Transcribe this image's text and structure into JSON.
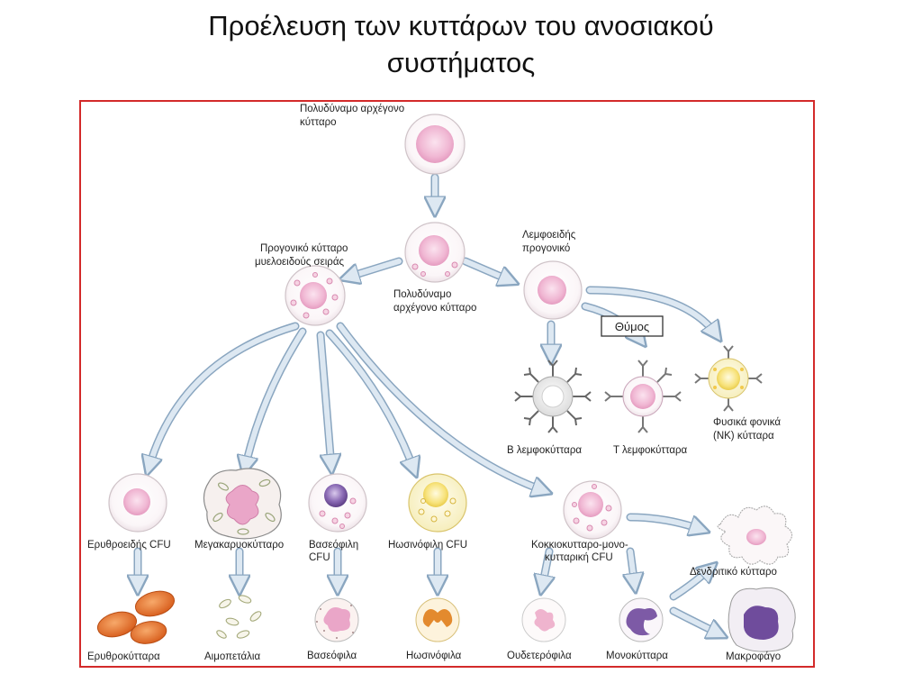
{
  "title": {
    "line1": "Προέλευση των κυττάρων του ανοσιακού",
    "line2": "συστήματος"
  },
  "colors": {
    "frame": "#d32a2a",
    "arrow_fill": "#dde8f2",
    "arrow_stroke": "#8aa6c0",
    "cell_pink": "#f0b7d3",
    "cell_purple": "#7d5aa6",
    "cell_yellow": "#f7e27a",
    "erythrocyte": "#e9782e"
  },
  "labels": {
    "stem_top": [
      "Πολυδύναμο αρχέγονο",
      "κύτταρο"
    ],
    "stem_mid": [
      "Πολυδύναμο",
      "αρχέγονο κύτταρο"
    ],
    "myeloid": [
      "Προγονικό κύτταρο",
      "μυελοειδούς σειράς"
    ],
    "lymphoid": [
      "Λεμφοειδής",
      "προγονικό"
    ],
    "thymus": "Θύμος",
    "b_cell": "Β λεμφοκύτταρα",
    "t_cell": "Τ λεμφοκύτταρα",
    "nk_cell": [
      "Φυσικά φονικά",
      "(NK) κύτταρα"
    ],
    "erythroid_cfu": "Ερυθροειδής CFU",
    "megakaryocyte": "Μεγακαρυοκύτταρο",
    "basophil_cfu": [
      "Βασεόφιλη",
      "CFU"
    ],
    "eosinophil_cfu": "Ηωσινόφιλη CFU",
    "gm_cfu": [
      "Κοκκιοκυτταρο-μονο-",
      "κυτταρική CFU"
    ],
    "dendritic": "Δενδριτικό κύτταρο",
    "erythrocytes": "Ερυθροκύτταρα",
    "platelets": "Αιμοπετάλια",
    "basophils": "Βασεόφιλα",
    "eosinophils": "Ηωσινόφιλα",
    "neutrophils": "Ουδετερόφιλα",
    "monocytes": "Μονοκύτταρα",
    "macrophage": "Μακροφάγο"
  }
}
